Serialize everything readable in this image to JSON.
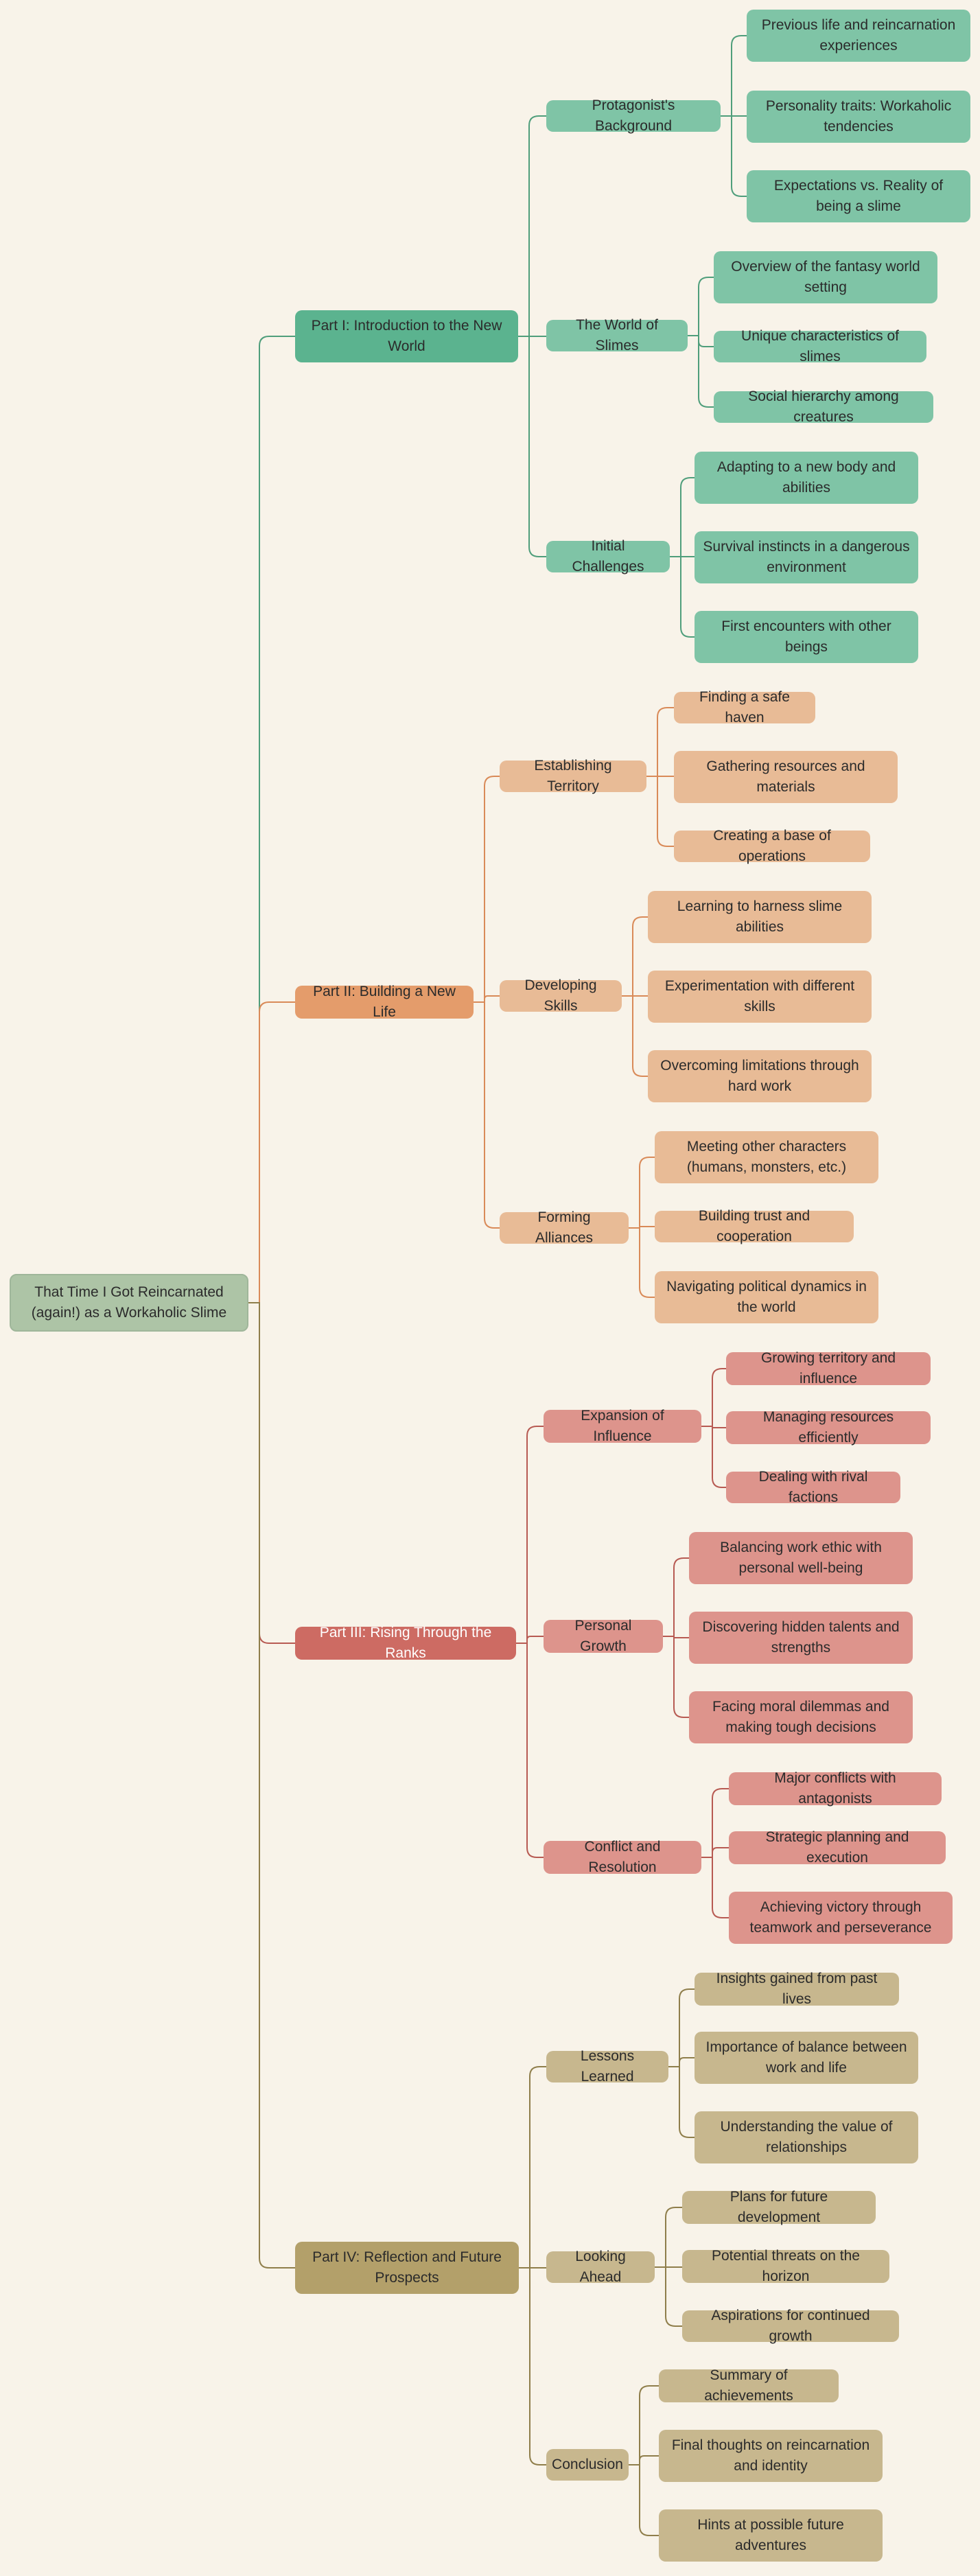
{
  "root": {
    "label": "That Time I Got Reincarnated (again!) as a Workaholic Slime"
  },
  "colors": {
    "background": "#f8f3e9",
    "green": "#5bb38f",
    "orange": "#e49c6b",
    "red": "#cd6b63",
    "khaki": "#b3a06a"
  },
  "parts": [
    {
      "label": "Part I: Introduction to the New World",
      "color": "green",
      "children": [
        {
          "label": "Protagonist's Background",
          "children": [
            "Previous life and reincarnation experiences",
            "Personality traits: Workaholic tendencies",
            "Expectations vs. Reality of being a slime"
          ]
        },
        {
          "label": "The World of Slimes",
          "children": [
            "Overview of the fantasy world setting",
            "Unique characteristics of slimes",
            "Social hierarchy among creatures"
          ]
        },
        {
          "label": "Initial Challenges",
          "children": [
            "Adapting to a new body and abilities",
            "Survival instincts in a dangerous environment",
            "First encounters with other beings"
          ]
        }
      ]
    },
    {
      "label": "Part II: Building a New Life",
      "color": "orange",
      "children": [
        {
          "label": "Establishing Territory",
          "children": [
            "Finding a safe haven",
            "Gathering resources and materials",
            "Creating a base of operations"
          ]
        },
        {
          "label": "Developing Skills",
          "children": [
            "Learning to harness slime abilities",
            "Experimentation with different skills",
            "Overcoming limitations through hard work"
          ]
        },
        {
          "label": "Forming Alliances",
          "children": [
            "Meeting other characters (humans, monsters, etc.)",
            "Building trust and cooperation",
            "Navigating political dynamics in the world"
          ]
        }
      ]
    },
    {
      "label": "Part III: Rising Through the Ranks",
      "color": "red",
      "children": [
        {
          "label": "Expansion of Influence",
          "children": [
            "Growing territory and influence",
            "Managing resources efficiently",
            "Dealing with rival factions"
          ]
        },
        {
          "label": "Personal Growth",
          "children": [
            "Balancing work ethic with personal well-being",
            "Discovering hidden talents and strengths",
            "Facing moral dilemmas and making tough decisions"
          ]
        },
        {
          "label": "Conflict and Resolution",
          "children": [
            "Major conflicts with antagonists",
            "Strategic planning and execution",
            "Achieving victory through teamwork and perseverance"
          ]
        }
      ]
    },
    {
      "label": "Part IV: Reflection and Future Prospects",
      "color": "khaki",
      "children": [
        {
          "label": "Lessons Learned",
          "children": [
            "Insights gained from past lives",
            "Importance of balance between work and life",
            "Understanding the value of relationships"
          ]
        },
        {
          "label": "Looking Ahead",
          "children": [
            "Plans for future development",
            "Potential threats on the horizon",
            "Aspirations for continued growth"
          ]
        },
        {
          "label": "Conclusion",
          "children": [
            "Summary of achievements",
            "Final thoughts on reincarnation and identity",
            "Hints at possible future adventures"
          ]
        }
      ]
    }
  ]
}
